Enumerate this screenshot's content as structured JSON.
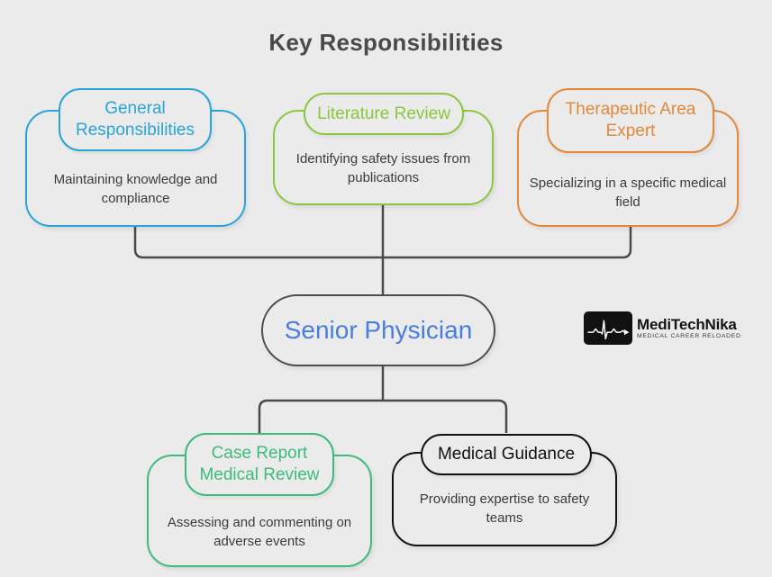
{
  "title": "Key Responsibilities",
  "nodes": {
    "general": {
      "title": "General Responsibilities",
      "body": "Maintaining knowledge and compliance",
      "color": "#29a4d9"
    },
    "literature": {
      "title": "Literature Review",
      "body": "Identifying safety issues from publications",
      "color": "#8cc63f"
    },
    "therapeutic": {
      "title": "Therapeutic Area Expert",
      "body": "Specializing in a specific medical field",
      "color": "#e2883b"
    },
    "senior": {
      "title": "Senior Physician",
      "text_color": "#4a7de0",
      "border_color": "#4d4d4d"
    },
    "case_report": {
      "title": "Case Report Medical Review",
      "body": "Assessing and commenting on adverse events",
      "color": "#3bbc7c"
    },
    "guidance": {
      "title": "Medical Guidance",
      "body": "Providing expertise to safety teams",
      "color": "#111111"
    }
  },
  "logo": {
    "name": "MediTechNika",
    "tagline": "MEDICAL CAREER RELOADED",
    "icon": "ecg-heartbeat-icon"
  },
  "colors": {
    "background": "#ebebeb",
    "connector": "#4a4a4a",
    "heading_text": "#4a4a4a",
    "body_text": "#3b3b3b"
  }
}
